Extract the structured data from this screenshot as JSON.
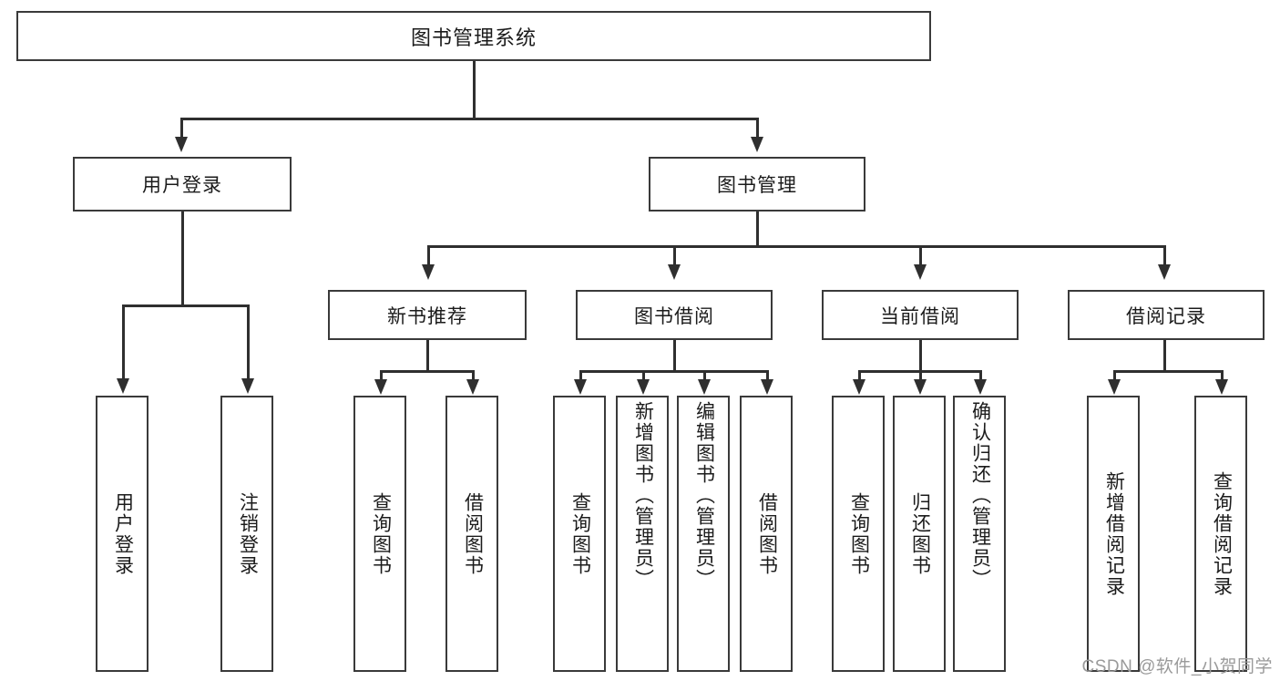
{
  "diagram": {
    "type": "tree-hierarchy",
    "title": "图书管理系统",
    "root": {
      "id": "root",
      "label": "图书管理系统"
    },
    "level2": [
      {
        "id": "user-login",
        "label": "用户登录"
      },
      {
        "id": "book-manage",
        "label": "图书管理"
      }
    ],
    "level3": [
      {
        "id": "new-book-recommend",
        "label": "新书推荐"
      },
      {
        "id": "book-borrow",
        "label": "图书借阅"
      },
      {
        "id": "current-borrow",
        "label": "当前借阅"
      },
      {
        "id": "borrow-record",
        "label": "借阅记录"
      }
    ],
    "leaves": {
      "user_login": [
        {
          "id": "leaf-user-login",
          "label": "用户登录"
        },
        {
          "id": "leaf-logout-login",
          "label": "注销登录"
        }
      ],
      "new_book_recommend": [
        {
          "id": "leaf-query-book-1",
          "label": "查询图书"
        },
        {
          "id": "leaf-borrow-book-1",
          "label": "借阅图书"
        }
      ],
      "book_borrow": [
        {
          "id": "leaf-query-book-2",
          "label": "查询图书"
        },
        {
          "id": "leaf-add-book",
          "label": "新增图书（管理员）"
        },
        {
          "id": "leaf-edit-book",
          "label": "编辑图书（管理员）"
        },
        {
          "id": "leaf-borrow-book-2",
          "label": "借阅图书"
        }
      ],
      "current_borrow": [
        {
          "id": "leaf-query-book-3",
          "label": "查询图书"
        },
        {
          "id": "leaf-return-book",
          "label": "归还图书"
        },
        {
          "id": "leaf-confirm-return",
          "label": "确认归还（管理员）"
        }
      ],
      "borrow_record": [
        {
          "id": "leaf-add-record",
          "label": "新增借阅记录"
        },
        {
          "id": "leaf-query-record",
          "label": "查询借阅记录"
        }
      ]
    },
    "colors": {
      "border": "#3a3a3a",
      "connector": "#2f2f2f",
      "text": "#1b1b1b",
      "background": "#ffffff",
      "watermark": "#9a9a9a"
    }
  },
  "watermark": {
    "text": "CSDN @软件_小贺同学"
  }
}
